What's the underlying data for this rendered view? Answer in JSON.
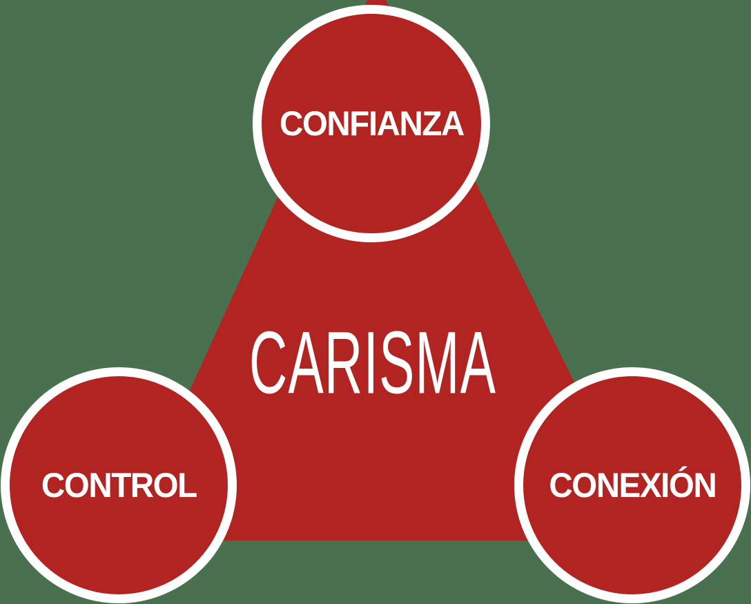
{
  "diagram": {
    "center_label": "CARISMA",
    "nodes": [
      {
        "label": "CONFIANZA",
        "position": "top"
      },
      {
        "label": "CONTROL",
        "position": "bottom-left"
      },
      {
        "label": "CONEXIÓN",
        "position": "bottom-right"
      }
    ],
    "colors": {
      "shape_red": "#B22422",
      "background_green": "#49714F",
      "ring_white": "#FFFFFF",
      "text_white": "#FFFFFF"
    }
  }
}
